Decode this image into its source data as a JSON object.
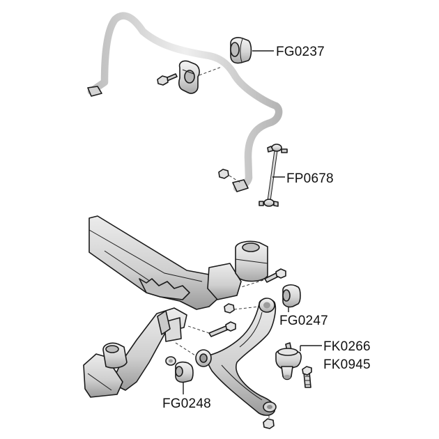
{
  "colors": {
    "background": "#ffffff",
    "metal_light": "#e9e9e9",
    "metal_mid": "#cfcfcf",
    "metal_dark": "#9e9e9e",
    "outline": "#1a1a1a"
  },
  "labels": {
    "bushing_top": "FG0237",
    "link_rod": "FP0678",
    "bushing_arm_rear": "FG0247",
    "ball_joint_a": "FK0266",
    "ball_joint_b": "FK0945",
    "bushing_arm_front": "FG0248"
  }
}
